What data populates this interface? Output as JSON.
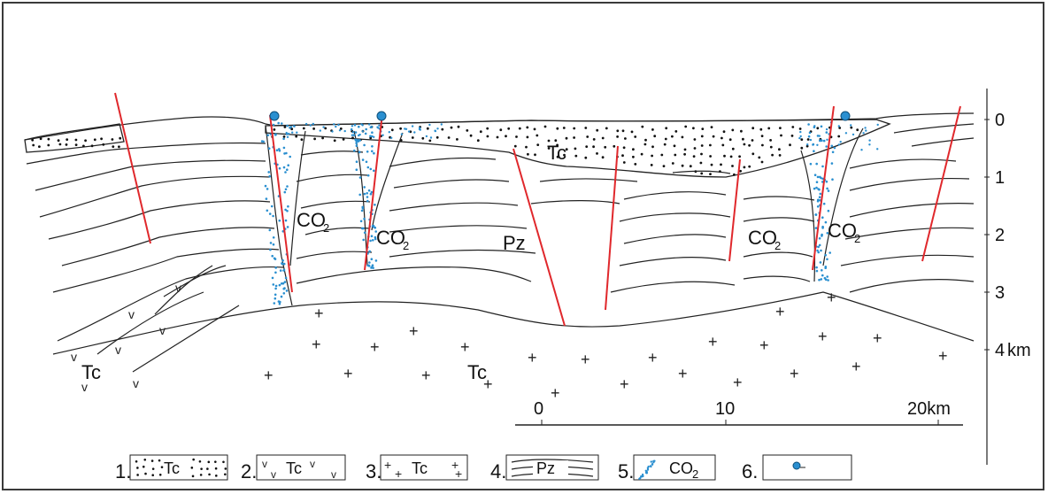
{
  "depth_axis": {
    "ticks": [
      "0",
      "1",
      "2",
      "3"
    ],
    "bottom_tick": "4",
    "bottom_unit": "km"
  },
  "scale_bar": {
    "start": "0",
    "mid": "10",
    "end": "20km"
  },
  "section_labels": {
    "tc_top": "Tc",
    "pz": "Pz",
    "tc_left": "Tc",
    "tc_mid": "Tc",
    "co2_base": "CO",
    "co2_sub": "2"
  },
  "legend": [
    {
      "num": "1.",
      "text": "Tc",
      "pattern": "sediment-dots"
    },
    {
      "num": "2.",
      "text": "Tc",
      "pattern": "volcanic-v"
    },
    {
      "num": "3.",
      "text": "Tc",
      "pattern": "granite-plus"
    },
    {
      "num": "4.",
      "text": "Pz",
      "pattern": "folded-strata"
    },
    {
      "num": "5.",
      "text": "CO",
      "sub": "2",
      "pattern": "co2-dots"
    },
    {
      "num": "6.",
      "text": "",
      "pattern": "spring-vent"
    }
  ],
  "colors": {
    "fault": "#e0282c",
    "co2": "#2a8fd0",
    "strata": "#222222"
  }
}
